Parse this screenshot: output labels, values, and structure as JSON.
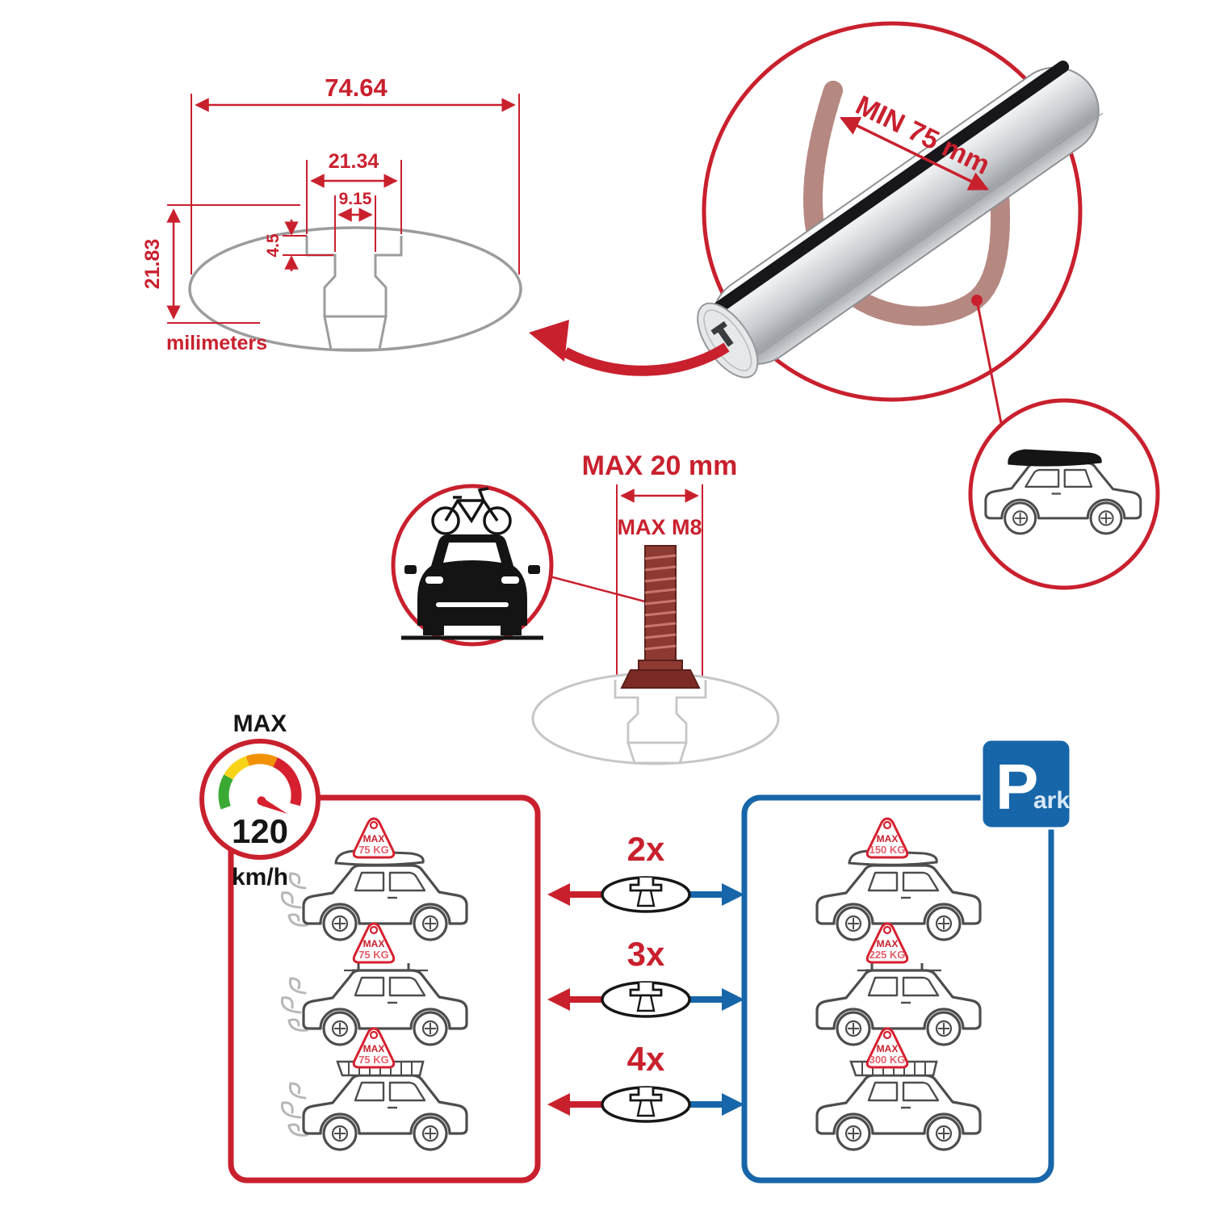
{
  "palette": {
    "red": "#c9202e",
    "blue": "#1766a9",
    "gray": "#9c9c9c"
  },
  "profile_dimensions": {
    "overall_width_mm": "74.64",
    "channel_outer_mm": "21.34",
    "channel_inner_mm": "9.15",
    "lip_depth_mm": "4.5",
    "overall_height_mm": "21.83",
    "units_label": "milimeters"
  },
  "clamp": {
    "min_span_label": "MIN 75 mm"
  },
  "bolt": {
    "max_width_label": "MAX 20 mm",
    "thread_label": "MAX M8"
  },
  "speedometer": {
    "title": "MAX",
    "value": "120",
    "units": "km/h"
  },
  "park_sign": {
    "letter": "P",
    "rest": "ark"
  },
  "rows": [
    {
      "count": "2x",
      "driving_max": "MAX",
      "driving_weight": "75 KG",
      "parked_max": "MAX",
      "parked_weight": "150 KG"
    },
    {
      "count": "3x",
      "driving_max": "MAX",
      "driving_weight": "75 KG",
      "parked_max": "MAX",
      "parked_weight": "225 KG"
    },
    {
      "count": "4x",
      "driving_max": "MAX",
      "driving_weight": "75 KG",
      "parked_max": "MAX",
      "parked_weight": "300 KG"
    }
  ]
}
